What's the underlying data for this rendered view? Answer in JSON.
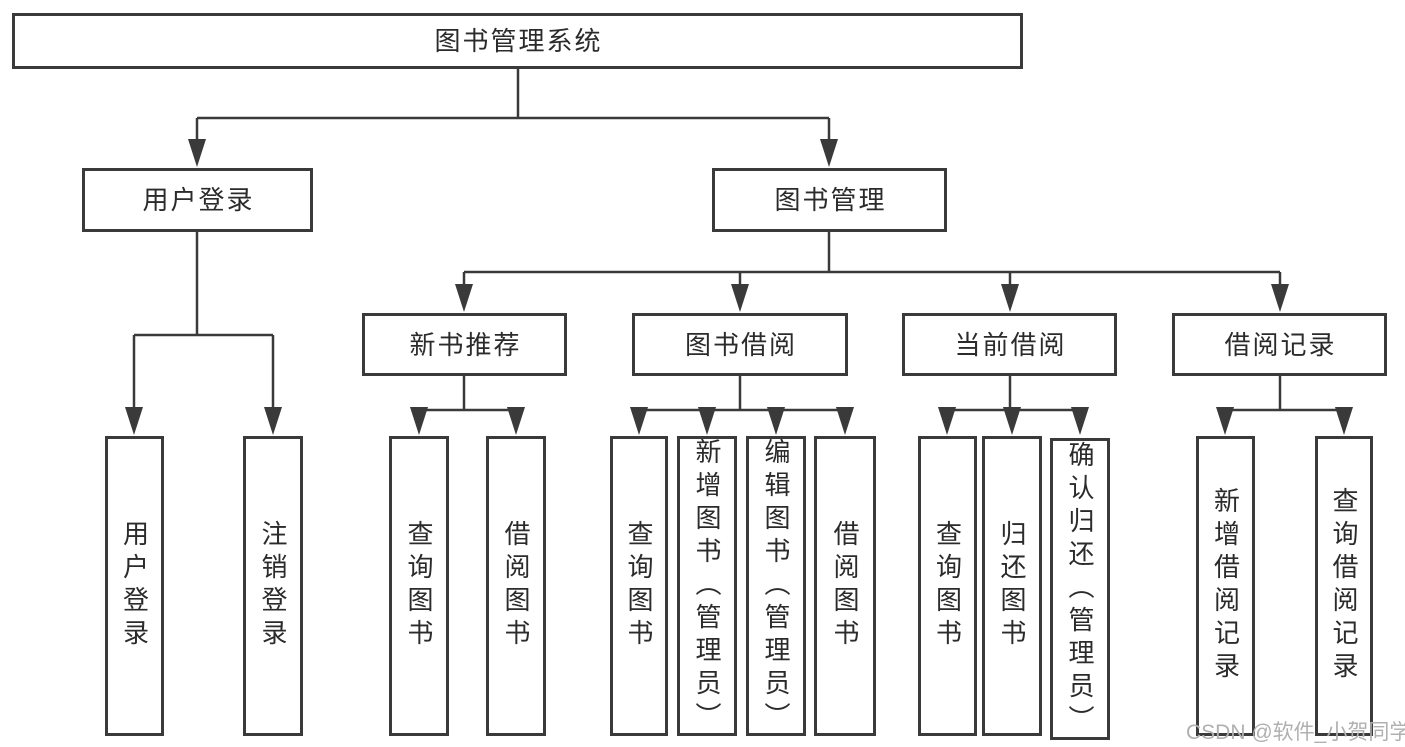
{
  "diagram": {
    "root": {
      "label": "图书管理系统",
      "children": [
        {
          "label": "用户登录",
          "children": [
            {
              "label": "用户登录"
            },
            {
              "label": "注销登录"
            }
          ]
        },
        {
          "label": "图书管理",
          "children": [
            {
              "label": "新书推荐",
              "children": [
                {
                  "label": "查询图书"
                },
                {
                  "label": "借阅图书"
                }
              ]
            },
            {
              "label": "图书借阅",
              "children": [
                {
                  "label": "查询图书"
                },
                {
                  "label": "新增图书（管理员）"
                },
                {
                  "label": "编辑图书（管理员）"
                },
                {
                  "label": "借阅图书"
                }
              ]
            },
            {
              "label": "当前借阅",
              "children": [
                {
                  "label": "查询图书"
                },
                {
                  "label": "归还图书"
                },
                {
                  "label": "确认归还（管理员）"
                }
              ]
            },
            {
              "label": "借阅记录",
              "children": [
                {
                  "label": "新增借阅记录"
                },
                {
                  "label": "查询借阅记录"
                }
              ]
            }
          ]
        }
      ]
    }
  },
  "watermark": "CSDN @软件_小贺同学",
  "colors": {
    "line": "#3a3a3a",
    "text": "#2b2b2b",
    "watermark": "#b0b0b0",
    "background": "#ffffff"
  }
}
